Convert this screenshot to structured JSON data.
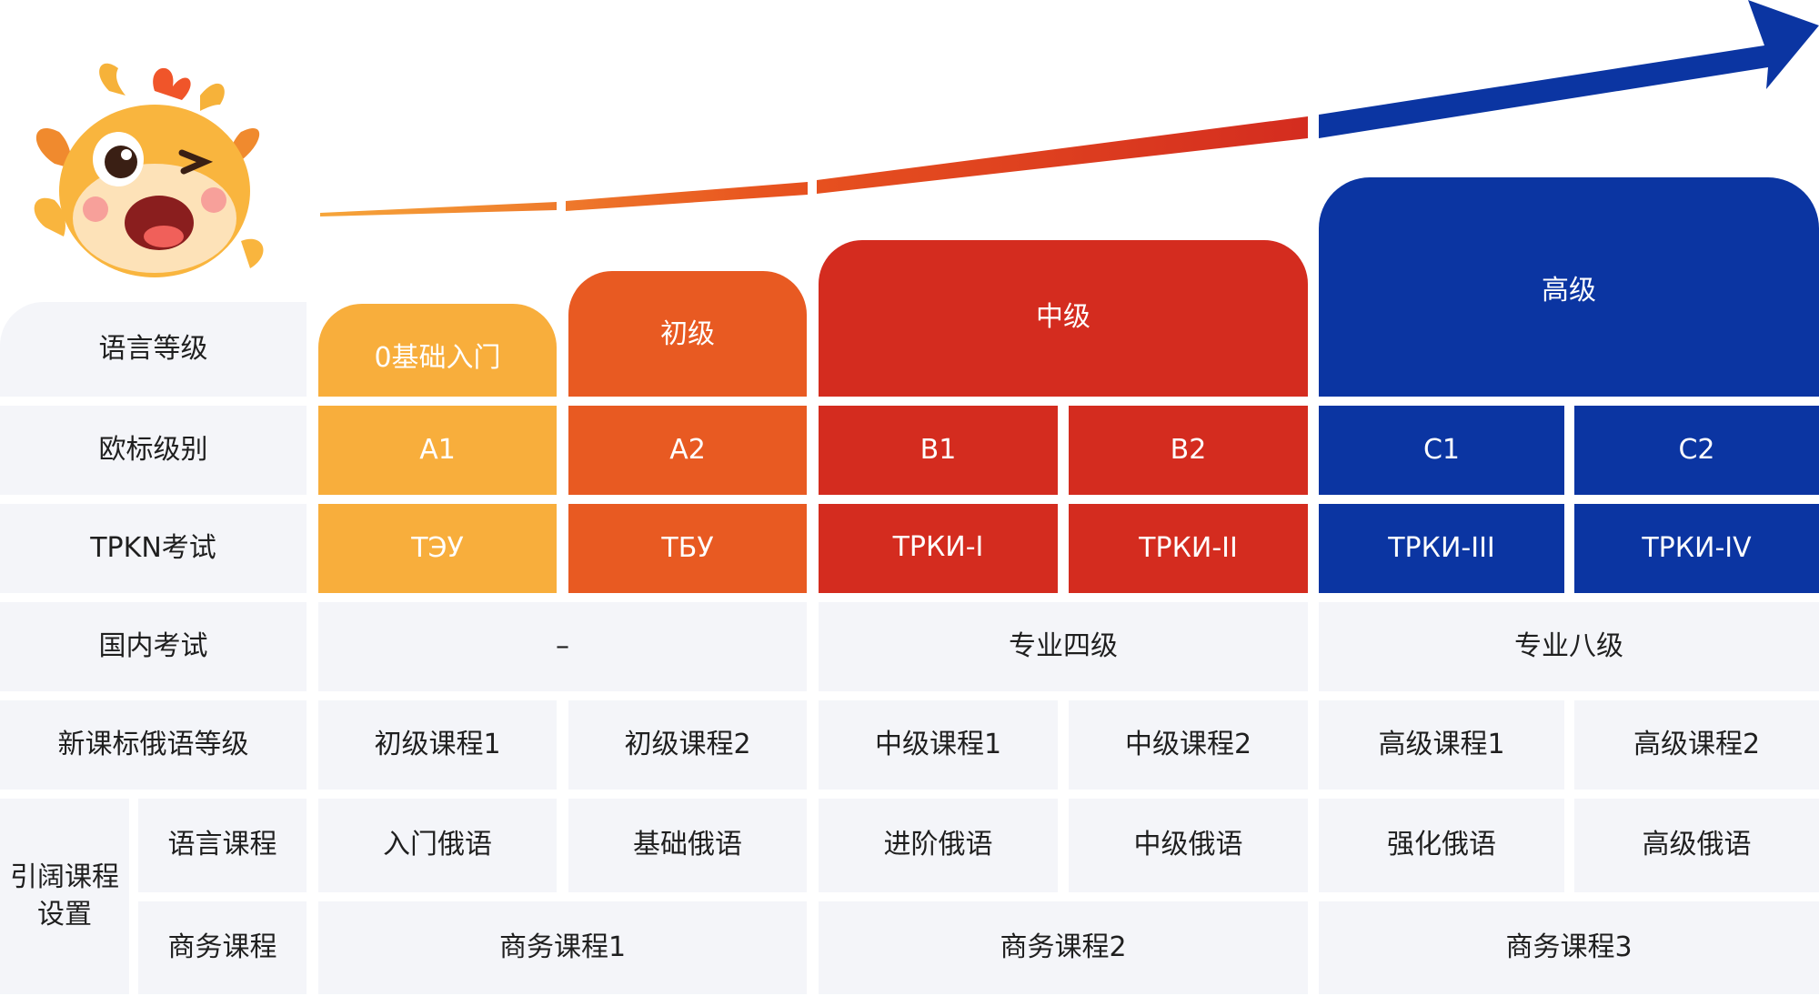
{
  "colors": {
    "beginner_zero": "#f8ae3c",
    "elementary": "#e85a22",
    "intermediate": "#d42c1f",
    "advanced": "#0b35a2",
    "row_background": "#f4f5f9",
    "text_dark": "#1f1f1f"
  },
  "icons": {
    "mascot": "dragon-mascot-winking",
    "progress_arrow": "gradient-growth-arrow"
  },
  "row_labels": {
    "language_level": "语言等级",
    "cefr_level": "欧标级别",
    "trki_exam": "TPKN考试",
    "domestic_exam": "国内考试",
    "curriculum_level": "新课标俄语等级",
    "guided_courses": "引阔课程设置",
    "language_courses": "语言课程",
    "business_courses": "商务课程"
  },
  "language_levels": [
    "0基础入门",
    "初级",
    "中级",
    "高级"
  ],
  "cefr_levels": [
    "A1",
    "A2",
    "B1",
    "B2",
    "C1",
    "C2"
  ],
  "trki_exams": [
    "ТЭУ",
    "ТБУ",
    "ТРКИ-I",
    "ТРКИ-II",
    "ТРКИ-III",
    "ТРКИ-IV"
  ],
  "domestic_exams": [
    "–",
    "专业四级",
    "专业八级"
  ],
  "curriculum_levels": [
    "初级课程1",
    "初级课程2",
    "中级课程1",
    "中级课程2",
    "高级课程1",
    "高级课程2"
  ],
  "language_courses": [
    "入门俄语",
    "基础俄语",
    "进阶俄语",
    "中级俄语",
    "强化俄语",
    "高级俄语"
  ],
  "business_courses": [
    "商务课程1",
    "商务课程2",
    "商务课程3"
  ]
}
